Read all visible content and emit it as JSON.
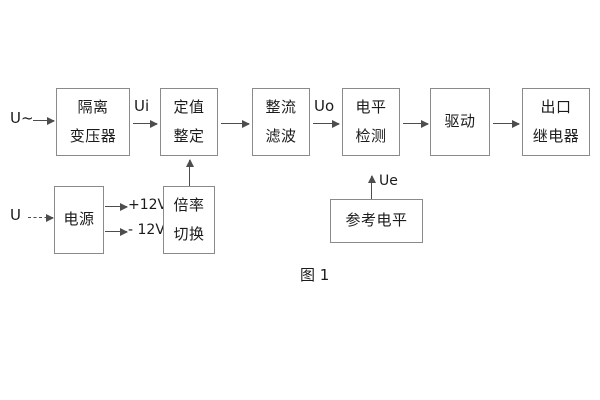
{
  "figure": {
    "caption": "图 1",
    "background": "#ffffff",
    "box_border_color": "#8a8a8a",
    "line_color": "#4d4d4d",
    "text_color": "#1b1b1b"
  },
  "inputs": [
    {
      "id": "ac-input",
      "label": "U~",
      "style": "solid"
    },
    {
      "id": "dc-input",
      "label": "U",
      "style": "dashed"
    }
  ],
  "blocks": [
    {
      "id": "isolation-transformer",
      "lines": [
        "隔离",
        "变压器"
      ]
    },
    {
      "id": "setting-value",
      "lines": [
        "定值",
        "整定"
      ]
    },
    {
      "id": "rectifier-filter",
      "lines": [
        "整流",
        "滤波"
      ]
    },
    {
      "id": "level-detection",
      "lines": [
        "电平",
        "检测"
      ]
    },
    {
      "id": "drive",
      "lines": [
        "驱动"
      ]
    },
    {
      "id": "output-relay",
      "lines": [
        "出口",
        "继电器"
      ]
    },
    {
      "id": "power-supply",
      "lines": [
        "电源"
      ]
    },
    {
      "id": "multiplier-switch",
      "lines": [
        "倍率",
        "切换"
      ]
    },
    {
      "id": "reference-level",
      "lines": [
        "参考电平"
      ]
    }
  ],
  "signal_labels": {
    "ui": "Ui",
    "uo": "Uo",
    "ue": "Ue",
    "rail_positive": "+12V",
    "rail_negative": "- 12V"
  }
}
